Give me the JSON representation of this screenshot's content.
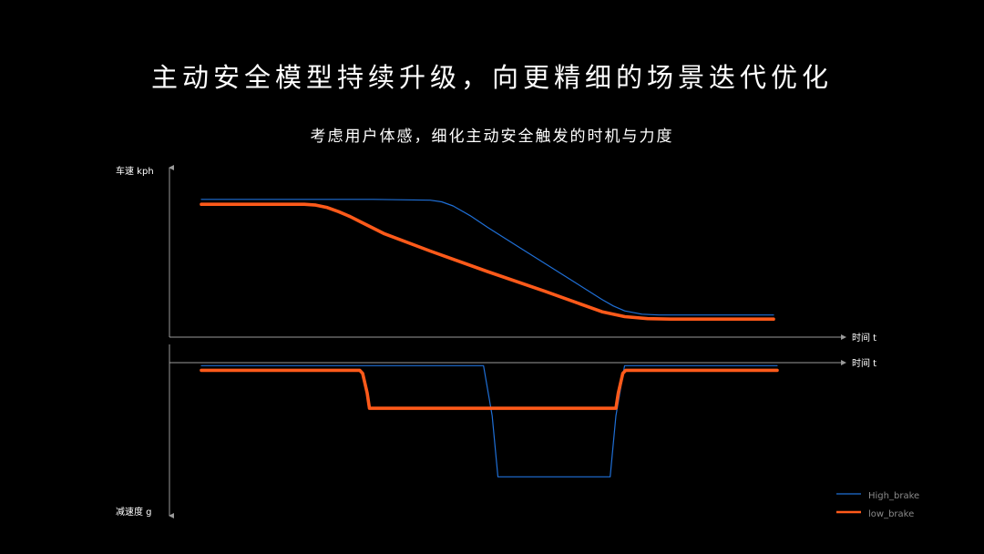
{
  "title": "主动安全模型持续升级，向更精细的场景迭代优化",
  "subtitle": "考虑用户体感，细化主动安全触发的时机与力度",
  "colors": {
    "background": "#000000",
    "high_brake": "#1f6fd6",
    "low_brake": "#ff5a1a",
    "axis": "#9a9a9a"
  },
  "chart_data": [
    {
      "type": "line",
      "ylabel": "车速 kph",
      "xlabel": "时间 t",
      "grid": false,
      "legend": "bottom-right",
      "xlim": [
        0,
        100
      ],
      "ylim": [
        0,
        100
      ],
      "series": [
        {
          "name": "High_brake",
          "color": "#1f6fd6",
          "x": [
            0,
            30,
            40,
            42,
            44,
            47,
            50,
            55,
            60,
            65,
            70,
            72,
            74,
            77,
            80,
            100
          ],
          "y": [
            84,
            84,
            83.5,
            82.5,
            80,
            74,
            67,
            56,
            45,
            34,
            23,
            19,
            16,
            14,
            13.5,
            13.5
          ]
        },
        {
          "name": "low_brake",
          "color": "#ff5a1a",
          "x": [
            0,
            18,
            20,
            22,
            24,
            26,
            28,
            32,
            40,
            50,
            60,
            66,
            70,
            74,
            78,
            82,
            100
          ],
          "y": [
            81,
            81,
            80.5,
            79,
            76.5,
            73.5,
            70,
            63,
            52.5,
            40,
            28,
            20.5,
            15.5,
            12.5,
            11.3,
            11,
            11
          ]
        }
      ]
    },
    {
      "type": "line",
      "ylabel": "减速度 g",
      "xlabel": "时间 t",
      "grid": false,
      "legend": "bottom-right",
      "xlim": [
        0,
        100
      ],
      "ylim": [
        0,
        100
      ],
      "series": [
        {
          "name": "High_brake",
          "color": "#1f6fd6",
          "x": [
            0,
            49,
            50.5,
            51.5,
            71,
            72,
            73.5,
            100
          ],
          "y": [
            2,
            2,
            35,
            75,
            75,
            35,
            2,
            2
          ]
        },
        {
          "name": "low_brake",
          "color": "#ff5a1a",
          "x": [
            0,
            27.5,
            28,
            28.8,
            29.2,
            72,
            72.4,
            73.2,
            73.7,
            100
          ],
          "y": [
            5,
            5,
            7,
            20,
            30,
            30,
            20,
            7,
            5,
            5
          ]
        }
      ]
    }
  ]
}
